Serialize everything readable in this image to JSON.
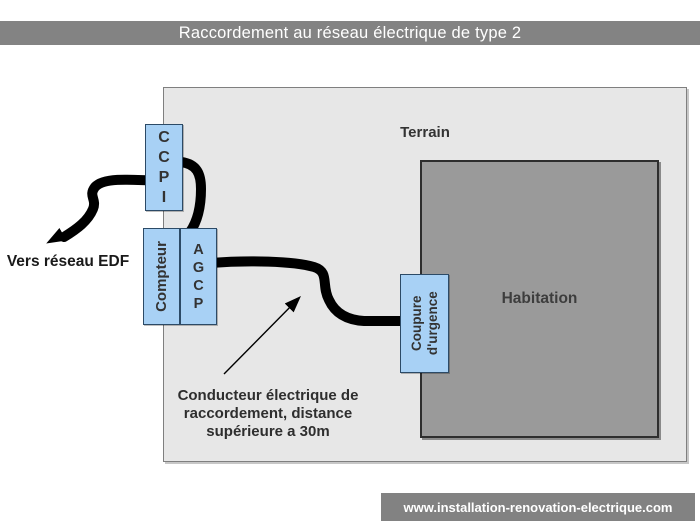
{
  "header": {
    "title": "Raccordement au réseau électrique de type 2"
  },
  "terrain": {
    "label": "Terrain"
  },
  "habitation": {
    "label": "Habitation"
  },
  "boxes": {
    "ccpi_letters": [
      "C",
      "C",
      "P",
      "I"
    ],
    "compteur_label": "Compteur",
    "agcp_letters": [
      "A",
      "G",
      "C",
      "P"
    ],
    "coupure_line1": "Coupure",
    "coupure_line2": "d'urgence"
  },
  "labels": {
    "edf": "Vers réseau EDF",
    "annotation_line1": "Conducteur électrique de",
    "annotation_line2": "raccordement, distance",
    "annotation_line3": "supérieure a 30m"
  },
  "footer": {
    "url": "www.installation-renovation-electrique.com"
  },
  "colors": {
    "banner_bg": "#838383",
    "terrain_fill": "#e7e7e7",
    "habitation_fill": "#9a9a9a",
    "box_fill": "#a8d1f5",
    "box_border": "#2c4a66",
    "cable": "#000000",
    "text_dark": "#333333",
    "banner_text": "#ffffff"
  }
}
